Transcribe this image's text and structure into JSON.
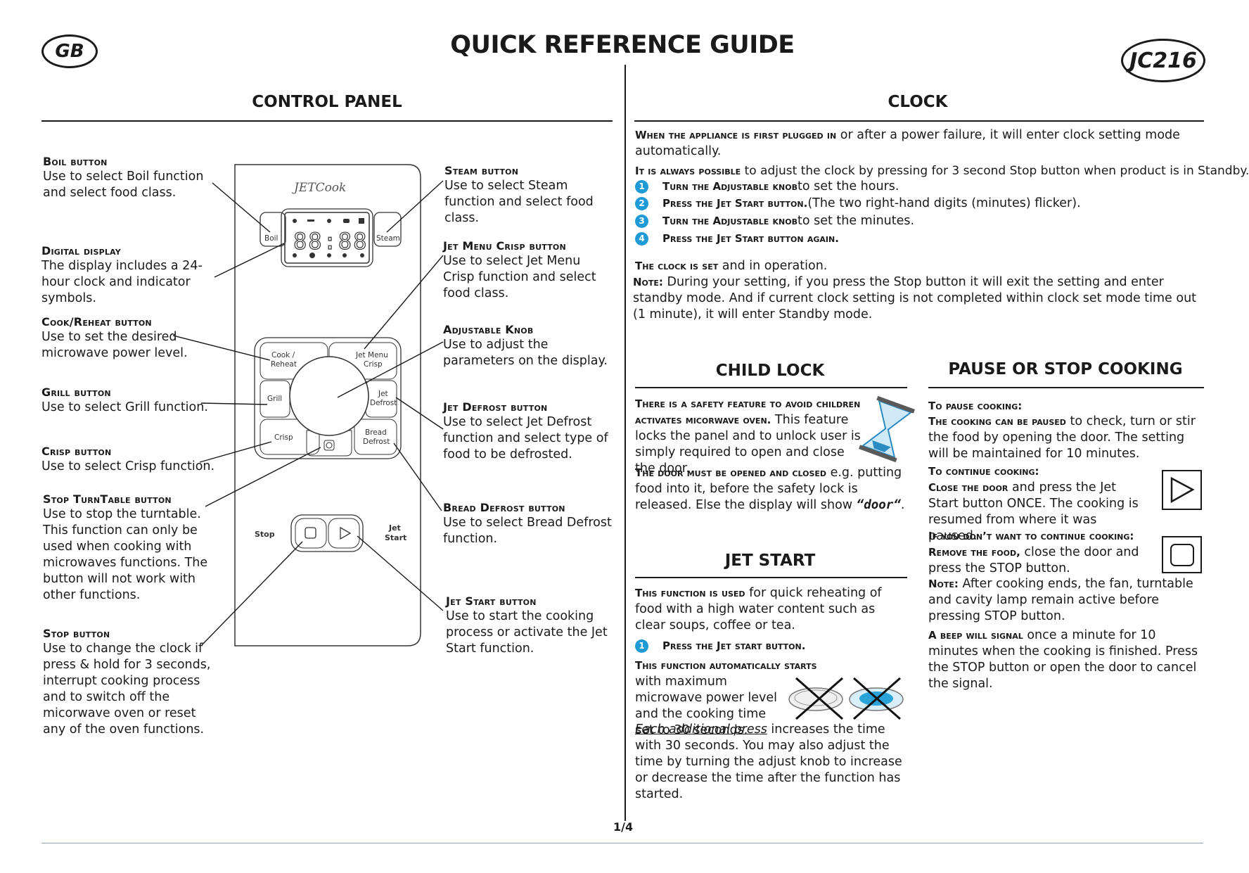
{
  "header": {
    "left_badge": "GB",
    "title": "QUICK REFERENCE GUIDE",
    "right_badge": "JC216"
  },
  "control_panel": {
    "title": "CONTROL PANEL",
    "labels": {
      "boil": {
        "label": "Boil button",
        "text": "Use to select Boil function and select food class."
      },
      "digital_display": {
        "label": "Digital display",
        "text": "The display includes a 24-hour clock and indicator symbols."
      },
      "cook_reheat": {
        "label": "Cook/Reheat button",
        "text": "Use to set the desired microwave power level."
      },
      "grill": {
        "label": "Grill button",
        "text": "Use to select Grill function."
      },
      "crisp": {
        "label": "Crisp button",
        "text": "Use to select Crisp function."
      },
      "stop_turntable": {
        "label": "Stop TurnTable button",
        "text": "Use to stop the turntable. This function can only be used when cooking with microwaves functions. The button will not work with other functions."
      },
      "stop": {
        "label": "Stop button",
        "text": "Use to change the clock if press & hold for 3 seconds, interrupt cooking process and to switch off the micorwave oven or reset any of the oven functions."
      },
      "steam": {
        "label": "Steam button",
        "text": "Use to select Steam function and select food class."
      },
      "jet_menu_crisp": {
        "label": "Jet Menu Crisp button",
        "text": "Use to select Jet Menu Crisp function and select food class."
      },
      "adjustable_knob": {
        "label": "Adjustable Knob",
        "text": "Use to adjust the parameters on the display."
      },
      "jet_defrost": {
        "label": "Jet Defrost button",
        "text": "Use to select Jet Defrost function and select type of food to be defrosted."
      },
      "bread_defrost": {
        "label": "Bread Defrost button",
        "text": "Use to select Bread Defrost function."
      },
      "jet_start": {
        "label": "Jet Start button",
        "text": "Use to start the cooking process or activate the Jet Start function."
      }
    },
    "panel": {
      "brand": "JETCook",
      "boil": "Boil",
      "steam": "Steam",
      "display_digits": "88:88",
      "cook_reheat_1": "Cook /",
      "cook_reheat_2": "Reheat",
      "jet_menu_1": "Jet Menu",
      "jet_menu_2": "Crisp",
      "grill": "Grill",
      "jet_defrost_1": "Jet",
      "jet_defrost_2": "Defrost",
      "crisp": "Crisp",
      "bread_defrost_1": "Bread",
      "bread_defrost_2": "Defrost",
      "stop": "Stop",
      "jet_start_1": "Jet",
      "jet_start_2": "Start"
    }
  },
  "clock": {
    "title": "CLOCK",
    "p1_lead": "When the appliance is first plugged in",
    "p1_rest": " or after a power failure, it will enter clock setting mode automatically.",
    "p2_lead": "It is always possible",
    "p2_rest": " to adjust the clock by pressing for 3 second Stop button when product is in Standby.",
    "steps": [
      {
        "num": "1",
        "lead": "Turn the Adjustable knob",
        "rest": " to set the hours."
      },
      {
        "num": "2",
        "lead": "Press the Jet Start button.",
        "rest": " (The two right-hand digits (minutes) flicker)."
      },
      {
        "num": "3",
        "lead": "Turn the Adjustable knob",
        "rest": " to set the minutes."
      },
      {
        "num": "4",
        "lead": "Press the Jet Start button again.",
        "rest": ""
      }
    ],
    "p3_lead": "The clock is set",
    "p3_rest": " and in operation.",
    "note_lead": "Note:",
    "note_rest": "  During your setting, if you press the Stop button it will exit the  setting and enter standby mode. And if current clock setting is not completed within clock set mode time out (1 minute), it will enter Standby mode."
  },
  "child_lock": {
    "title": "CHILD LOCK",
    "p1_lead": "There is a safety feature to avoid children activates micorwave oven.",
    "p1_rest": " This feature locks the panel and to unlock user is simply required to open and close the door.",
    "p2_lead": "The door must be opened and closed",
    "p2_rest": " e.g. putting food into it, before the safety lock is released. Else the display will show ",
    "p2_quote": "“door“",
    "p2_end": "."
  },
  "jet_start": {
    "title": "JET START",
    "p1_lead": "This function is used",
    "p1_rest": " for quick reheating of food with a high water content such as clear soups, coffee or tea.",
    "step_num": "1",
    "step_lead": "Press the Jet start button.",
    "p2_lead": "This function automatically starts",
    "p2_rest": " with maximum microwave power level and the cooking time set to 30 seconds.",
    "p3_underline": "Each additional press",
    "p3_rest": " increases the time with 30 seconds. You may also adjust the time by turning the adjust knob to increase or decrease the time after the function has started."
  },
  "pause_stop": {
    "title": "PAUSE OR STOP COOKING",
    "to_pause": "To pause cooking:",
    "pause_lead": "The cooking can be paused",
    "pause_rest": " to check, turn or stir the food by opening the door. The setting will be maintained for 10 minutes.",
    "to_continue": "To continue cooking:",
    "continue_lead": "Close the door",
    "continue_rest": " and press the Jet Start button ONCE. The cooking is resumed from where it was paused.",
    "if_not": "If you don’t want to continue cooking:",
    "remove_lead": "Remove the food,",
    "remove_rest": " close the door and press the STOP button.",
    "note_lead": "Note:",
    "note_rest": " After cooking ends, the fan, turntable and cavity lamp remain active before pressing STOP button.",
    "beep_lead": "A beep will signal",
    "beep_rest": " once a minute for 10 minutes when the cooking is finished. Press the STOP button or open the door to cancel the signal."
  },
  "footer": {
    "page": "1/4"
  }
}
